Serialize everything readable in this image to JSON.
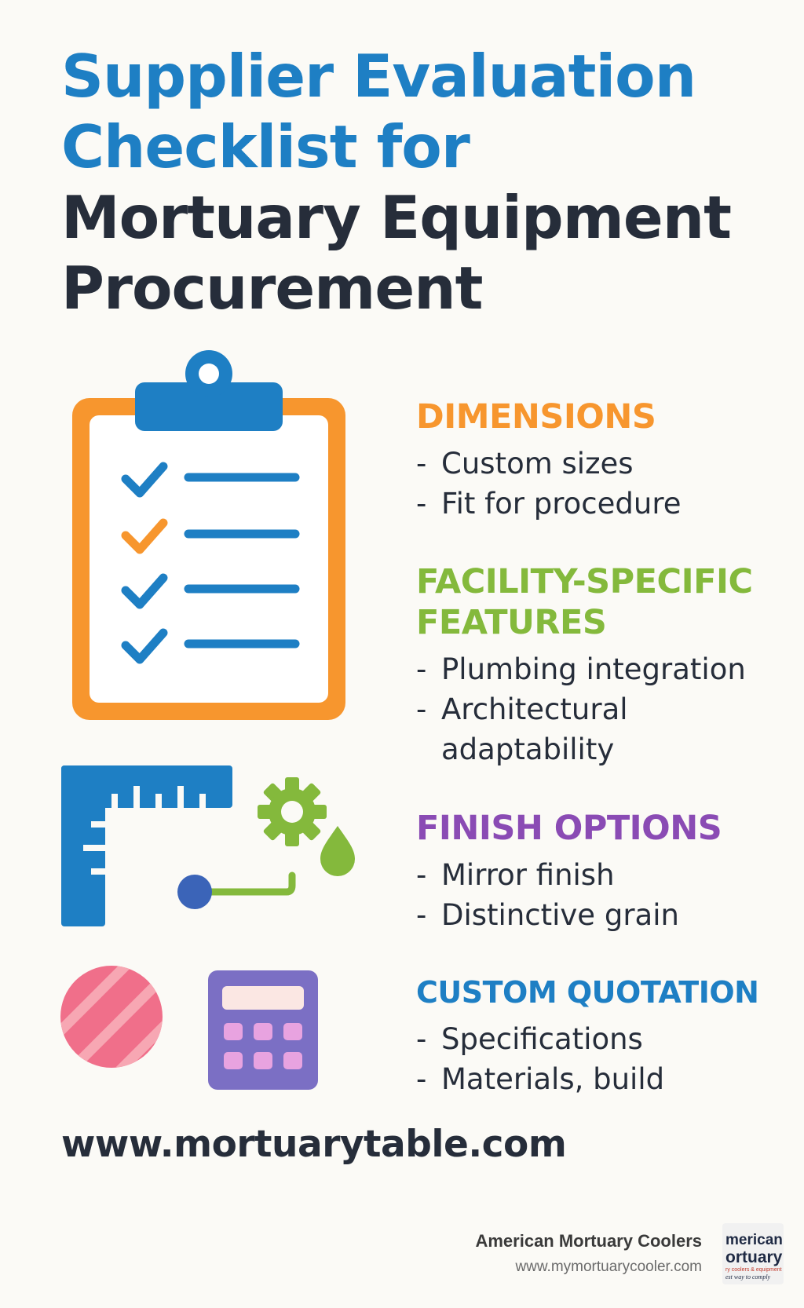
{
  "title": {
    "line1": "Supplier Evaluation",
    "line2": "Checklist for",
    "line3": "Mortuary Equipment",
    "line4": "Procurement"
  },
  "sections": [
    {
      "heading": "DIMENSIONS",
      "color": "#f7962e",
      "items": [
        "Custom sizes",
        "Fit for procedure"
      ]
    },
    {
      "heading": "FACILITY-SPECIFIC FEATURES",
      "color": "#84b93c",
      "items": [
        "Plumbing integration",
        "Architectural adaptability"
      ]
    },
    {
      "heading": "FINISH OPTIONS",
      "color": "#8a4bb4",
      "items": [
        "Mirror finish",
        "Distinctive grain"
      ]
    },
    {
      "heading": "CUSTOM QUOTATION",
      "color": "#1e7fc4",
      "items": [
        "Specifications",
        "Materials, build"
      ]
    }
  ],
  "bullet": "-",
  "website": "www.mortuarytable.com",
  "footer": {
    "brand_name": "American Mortuary Coolers",
    "brand_url": "www.mymortuarycooler.com",
    "logo_text": "American Mortuary",
    "logo_tagline": "mortuary coolers & equipment best way to comply"
  },
  "icons": [
    "clipboard-checklist-icon",
    "ruler-icon",
    "gear-icon",
    "water-drop-icon",
    "plumbing-pipe-icon",
    "finish-swatch-icon",
    "calculator-icon"
  ],
  "colors": {
    "blue": "#1e7fc4",
    "dark": "#262d3a",
    "orange": "#f7962e",
    "green": "#84b93c",
    "purple": "#8a4bb4",
    "pink": "#f06f8a",
    "calculator": "#7b6fc4"
  }
}
